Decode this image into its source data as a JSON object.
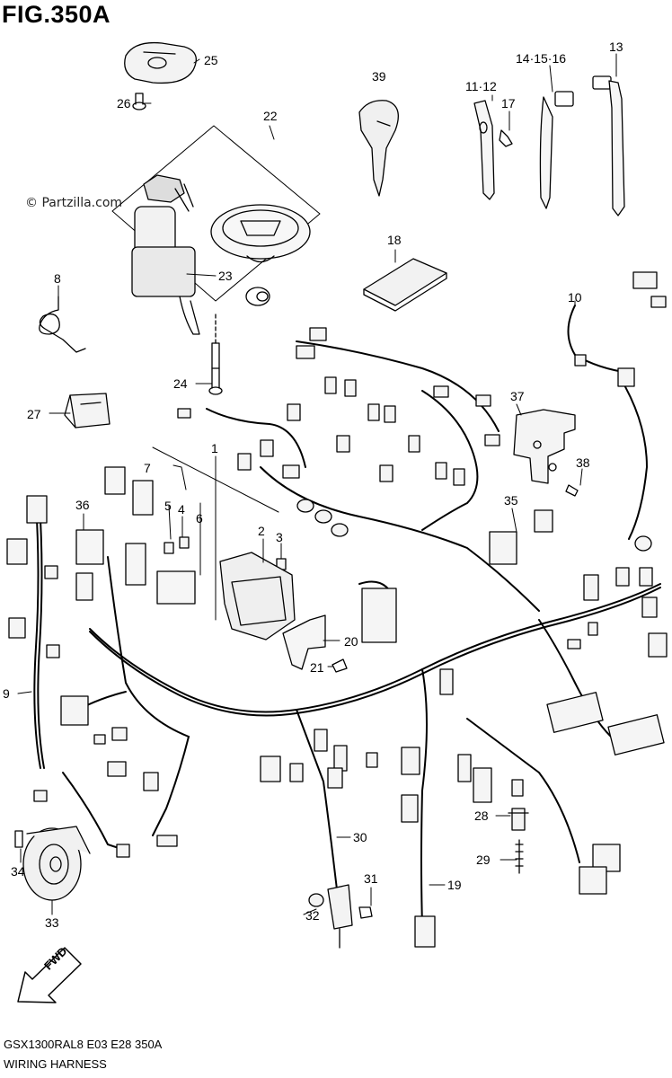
{
  "figure": {
    "title": "FIG.350A",
    "copyright": "© Partzilla.com",
    "footer_code": "GSX1300RAL8  E03  E28  350A",
    "footer_title": "WIRING HARNESS",
    "fwd_label": "FWD"
  },
  "callouts": [
    {
      "id": "c25",
      "label": "25"
    },
    {
      "id": "c26",
      "label": "26"
    },
    {
      "id": "c22",
      "label": "22"
    },
    {
      "id": "c23",
      "label": "23"
    },
    {
      "id": "c24",
      "label": "24"
    },
    {
      "id": "c8",
      "label": "8"
    },
    {
      "id": "c27",
      "label": "27"
    },
    {
      "id": "c39",
      "label": "39"
    },
    {
      "id": "c11_12",
      "label": "11·12"
    },
    {
      "id": "c17",
      "label": "17"
    },
    {
      "id": "c14_15_16",
      "label": "14·15·16"
    },
    {
      "id": "c13",
      "label": "13"
    },
    {
      "id": "c18",
      "label": "18"
    },
    {
      "id": "c10",
      "label": "10"
    },
    {
      "id": "c37",
      "label": "37"
    },
    {
      "id": "c38",
      "label": "38"
    },
    {
      "id": "c35",
      "label": "35"
    },
    {
      "id": "c1",
      "label": "1"
    },
    {
      "id": "c7",
      "label": "7"
    },
    {
      "id": "c5",
      "label": "5"
    },
    {
      "id": "c4",
      "label": "4"
    },
    {
      "id": "c6",
      "label": "6"
    },
    {
      "id": "c36",
      "label": "36"
    },
    {
      "id": "c2",
      "label": "2"
    },
    {
      "id": "c3",
      "label": "3"
    },
    {
      "id": "c20",
      "label": "20"
    },
    {
      "id": "c21",
      "label": "21"
    },
    {
      "id": "c9",
      "label": "9"
    },
    {
      "id": "c30",
      "label": "30"
    },
    {
      "id": "c28",
      "label": "28"
    },
    {
      "id": "c29",
      "label": "29"
    },
    {
      "id": "c19",
      "label": "19"
    },
    {
      "id": "c31",
      "label": "31"
    },
    {
      "id": "c32",
      "label": "32"
    },
    {
      "id": "c34",
      "label": "34"
    },
    {
      "id": "c33",
      "label": "33"
    }
  ]
}
